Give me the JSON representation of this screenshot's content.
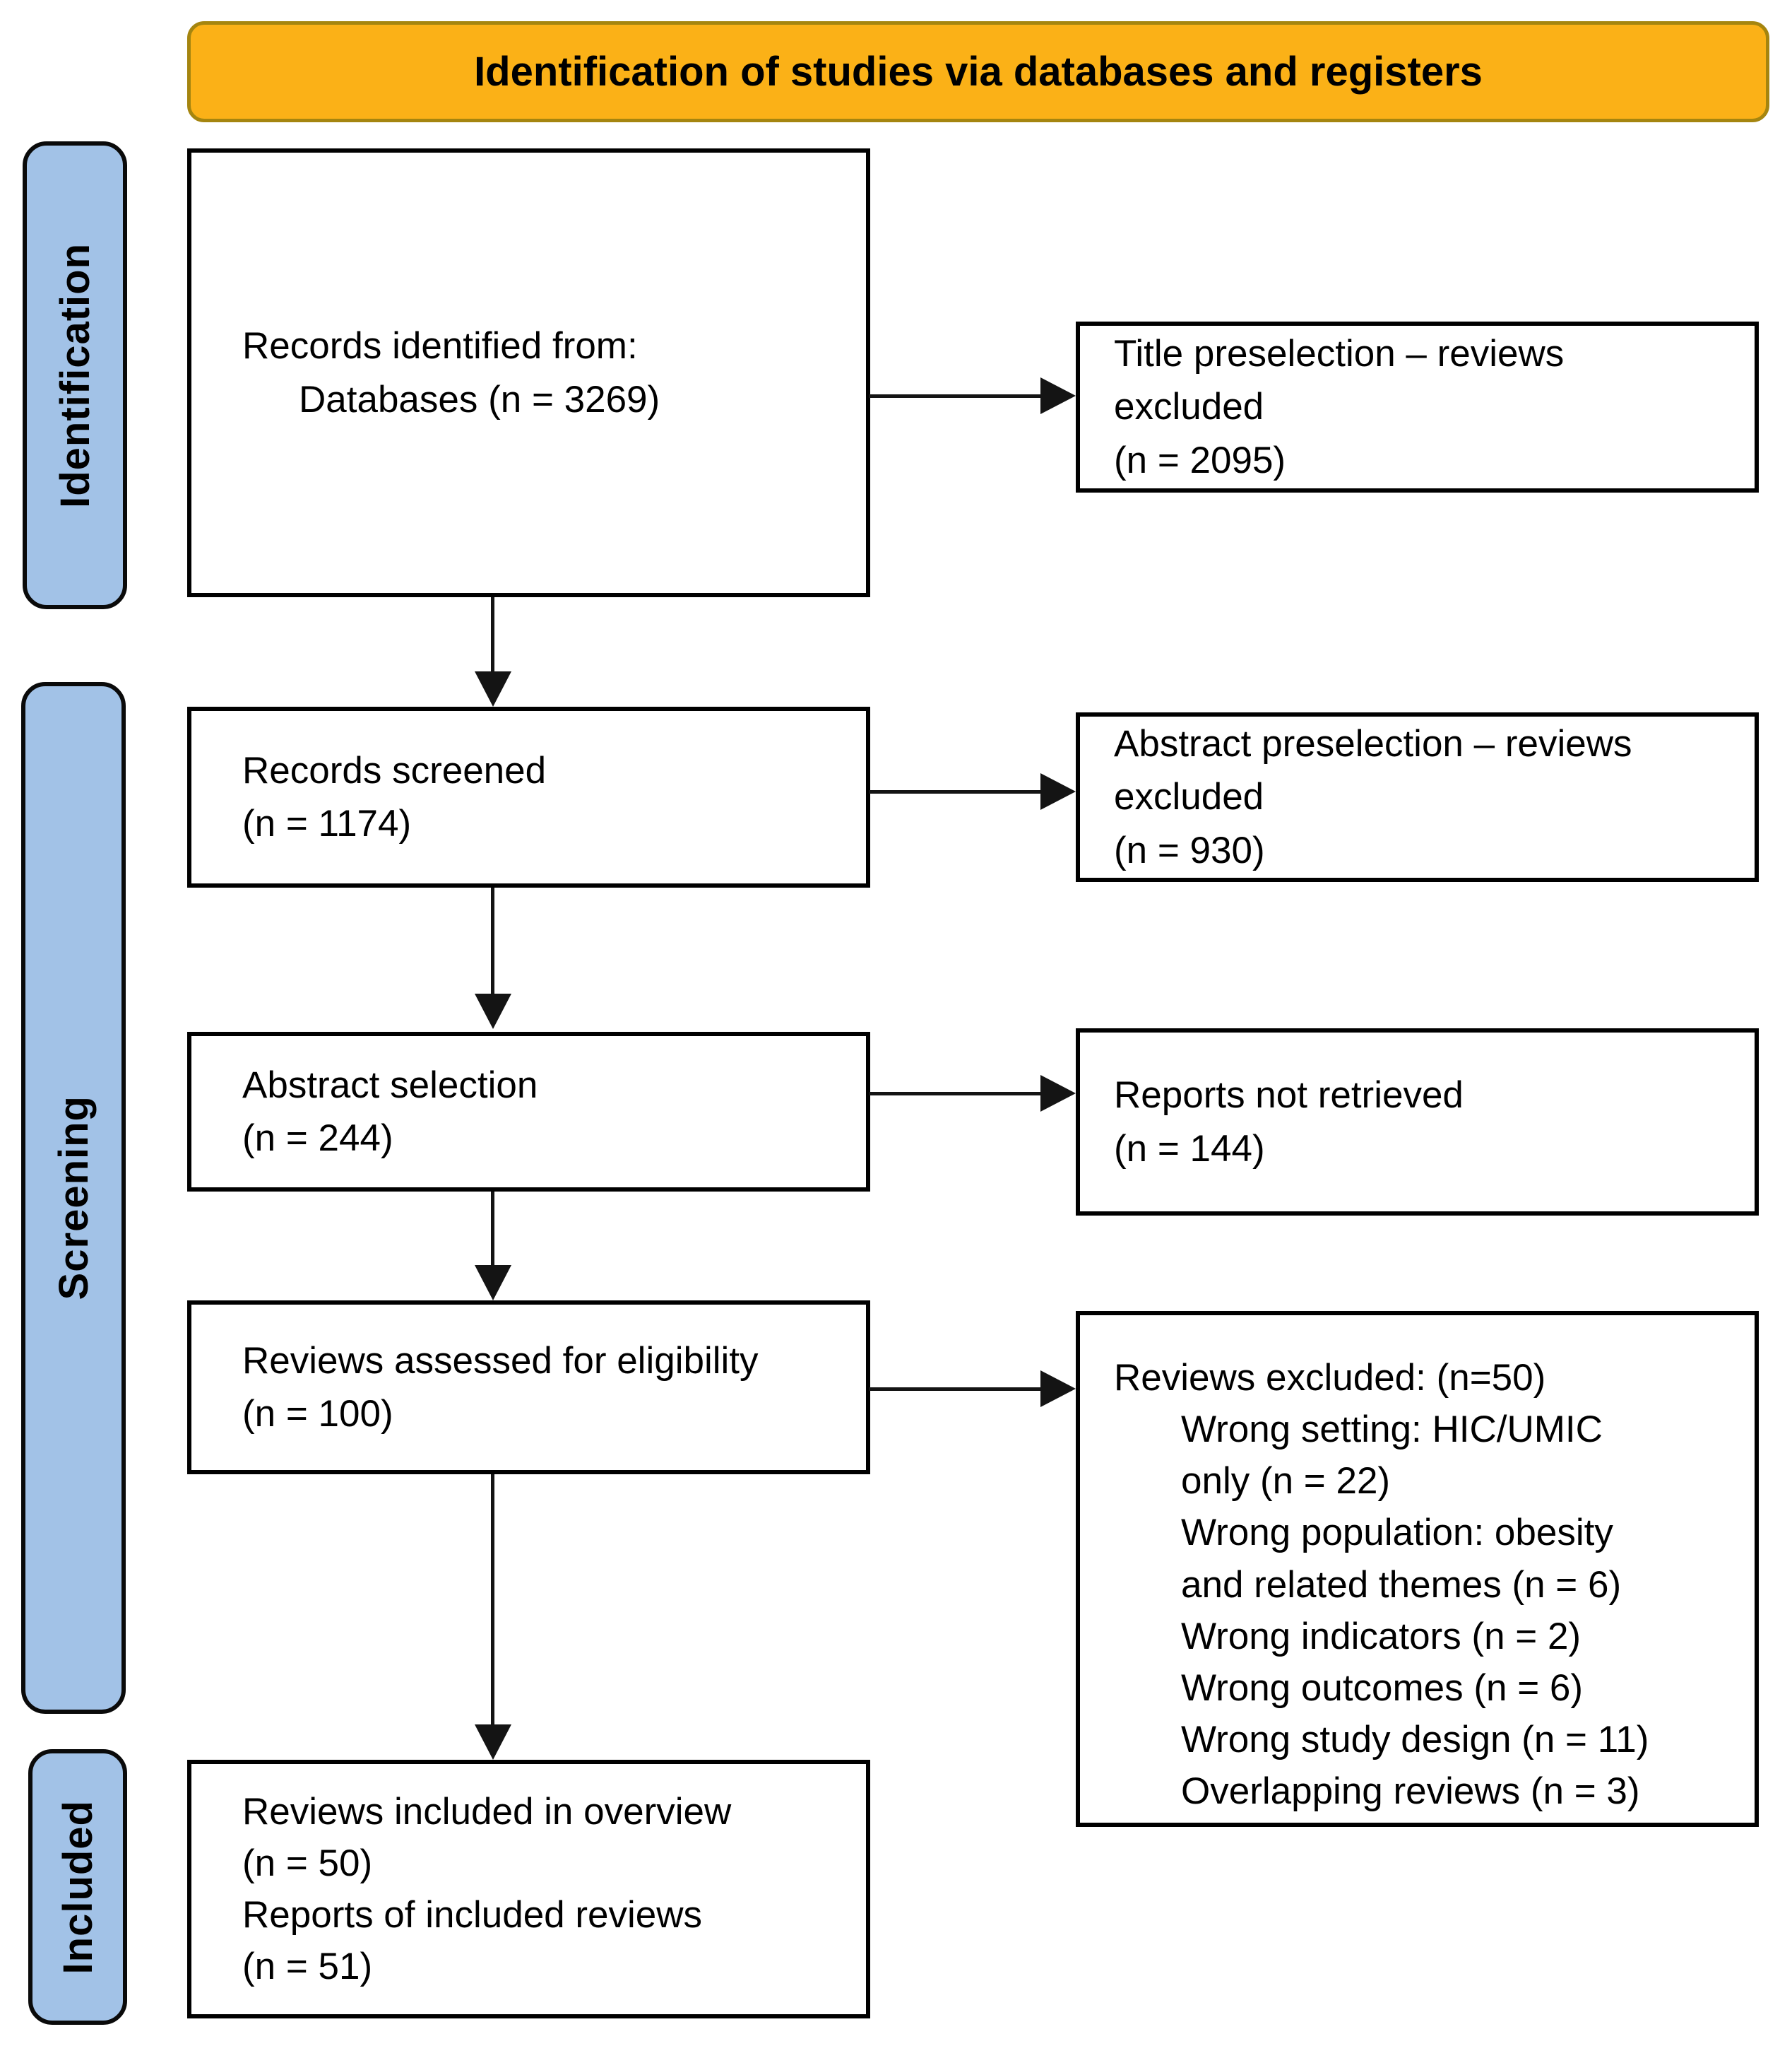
{
  "banner": {
    "title": "Identification of studies via databases and registers"
  },
  "colors": {
    "banner_fill": "#FBB117",
    "banner_border": "#A5850F",
    "stage_fill": "#A2C2E7",
    "stage_border": "#0A0A0A",
    "box_border": "#000000",
    "arrow": "#141414",
    "page_bg": "#FFFFFF",
    "text": "#000000"
  },
  "stages": [
    {
      "label": "Identification"
    },
    {
      "label": "Screening"
    },
    {
      "label": "Included"
    }
  ],
  "flow_boxes": {
    "records_identified": {
      "lines": [
        "Records identified from:",
        "Databases (n = 3269)"
      ]
    },
    "records_screened": {
      "lines": [
        "Records screened",
        "(n = 1174)"
      ]
    },
    "abstract_selection": {
      "lines": [
        "Abstract selection",
        "(n = 244)"
      ]
    },
    "reviews_assessed": {
      "lines": [
        "Reviews assessed for eligibility",
        "(n = 100)"
      ]
    },
    "reviews_included": {
      "lines": [
        "Reviews included in overview",
        "(n = 50)",
        "Reports of included reviews",
        "(n = 51)"
      ]
    }
  },
  "side_boxes": {
    "title_preselection": {
      "lines": [
        "Title preselection – reviews",
        "excluded",
        "(n = 2095)"
      ]
    },
    "abstract_preselection": {
      "lines": [
        "Abstract preselection – reviews",
        "excluded",
        "(n = 930)"
      ]
    },
    "reports_not_retrieved": {
      "lines": [
        "Reports not retrieved",
        "(n = 144)"
      ]
    },
    "reviews_excluded": {
      "header": "Reviews excluded: (n=50)",
      "items": [
        "Wrong setting: HIC/UMIC only (n = 22)",
        "Wrong population: obesity and related themes (n = 6)",
        "Wrong indicators (n = 2)",
        "Wrong outcomes (n = 6)",
        "Wrong study design (n = 11)",
        "Overlapping reviews (n = 3)"
      ]
    }
  }
}
